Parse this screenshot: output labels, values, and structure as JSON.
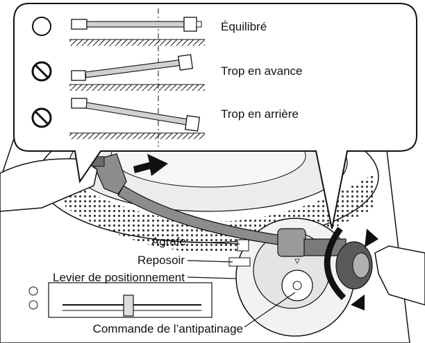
{
  "balance_panel": {
    "rows": [
      {
        "status": "ok",
        "status_icon": "circle-ok-icon",
        "label": "Équilibré"
      },
      {
        "status": "no",
        "status_icon": "prohibited-icon",
        "label": "Trop en avance"
      },
      {
        "status": "no",
        "status_icon": "prohibited-icon",
        "label": "Trop en arrière"
      }
    ]
  },
  "callouts": {
    "agrafe": "Agrafe",
    "reposoir": "Reposoir",
    "levier": "Levier de positionnement",
    "commande": "Commande de l’antipatinage"
  },
  "colors": {
    "line": "#111111",
    "panel_bg": "#ffffff",
    "arm_gray": "#8c8c8c",
    "arm_dark": "#5a5a5a",
    "platter_light": "#e6e6e6"
  }
}
